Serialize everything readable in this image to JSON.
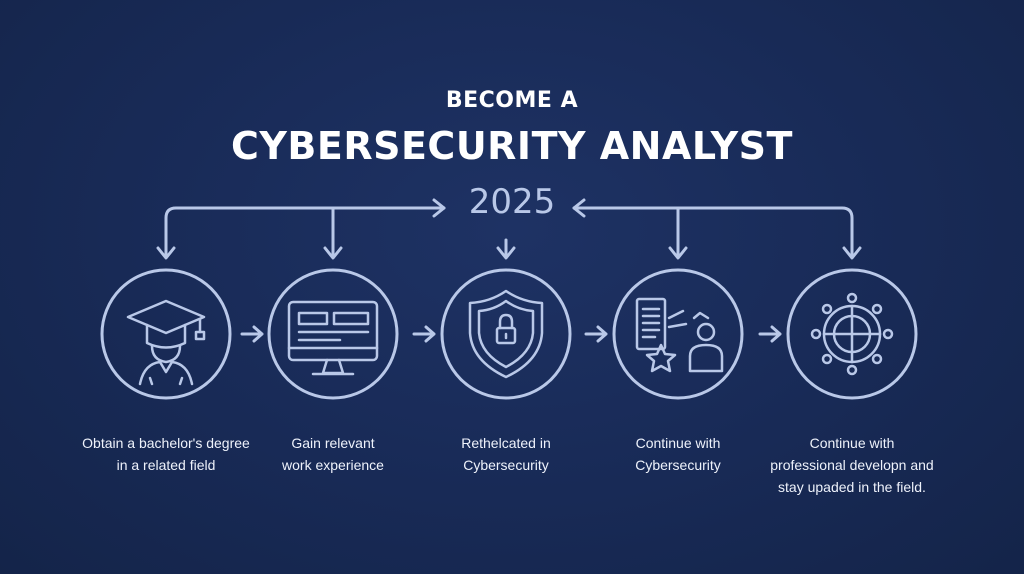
{
  "title": {
    "line1": "BECOME A",
    "line2": "CYBERSECURITY ANALYST",
    "year": "2025"
  },
  "colors": {
    "background": "#182a56",
    "stroke": "#b9c8e8",
    "text": "#ffffff"
  },
  "steps": [
    {
      "icon": "graduate-icon",
      "lines": [
        "Obtain a bachelor's degree",
        "in a related field"
      ]
    },
    {
      "icon": "monitor-icon",
      "lines": [
        "Gain relevant",
        "work experience"
      ]
    },
    {
      "icon": "shield-lock-icon",
      "lines": [
        "Rethelcated in",
        "Cybersecurity"
      ]
    },
    {
      "icon": "document-person-icon",
      "lines": [
        "Continue with",
        "Cybersecurity"
      ]
    },
    {
      "icon": "network-globe-icon",
      "lines": [
        "Continue with",
        "professional developn and",
        "stay upaded in the field."
      ]
    }
  ]
}
